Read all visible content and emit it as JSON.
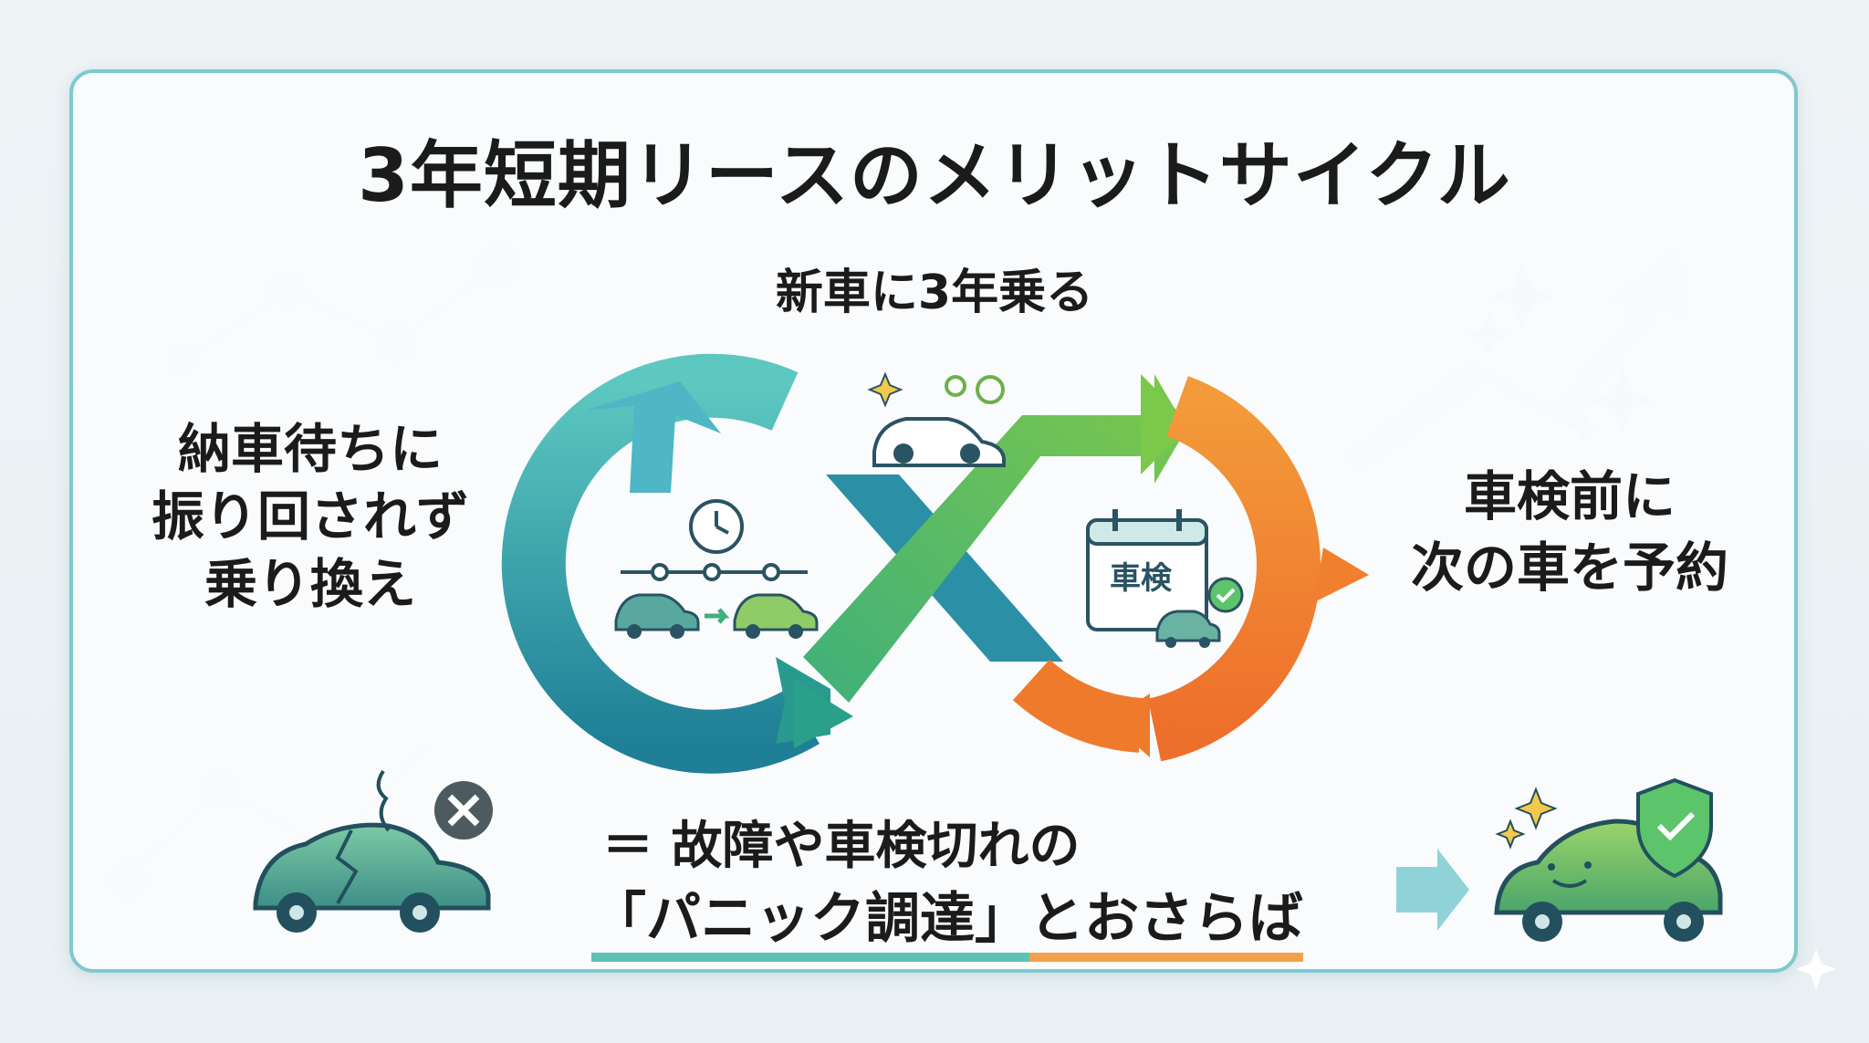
{
  "title": "3年短期リースのメリットサイクル",
  "cycle": {
    "top_label": "新車に3年乗る",
    "left_label": "納車待ちに\n振り回されず\n乗り換え",
    "right_label": "車検前に\n次の車を予約"
  },
  "calendar_label": "車検",
  "bottom_message": {
    "line1": "＝ 故障や車検切れの",
    "line2_teal": "「パニック調達」",
    "line2_orange": "とおさらば"
  },
  "icons": [
    "broken-car-icon",
    "cross-icon",
    "smiling-car-icon",
    "shield-check-icon",
    "clock-icon",
    "timeline-cars-icon",
    "calendar-icon",
    "new-car-icon",
    "gear-icon",
    "sparkle-icon"
  ],
  "colors": {
    "teal": "#1f8e9a",
    "green": "#6cc04a",
    "orange": "#f07f2e",
    "border": "#7fc9cf"
  }
}
